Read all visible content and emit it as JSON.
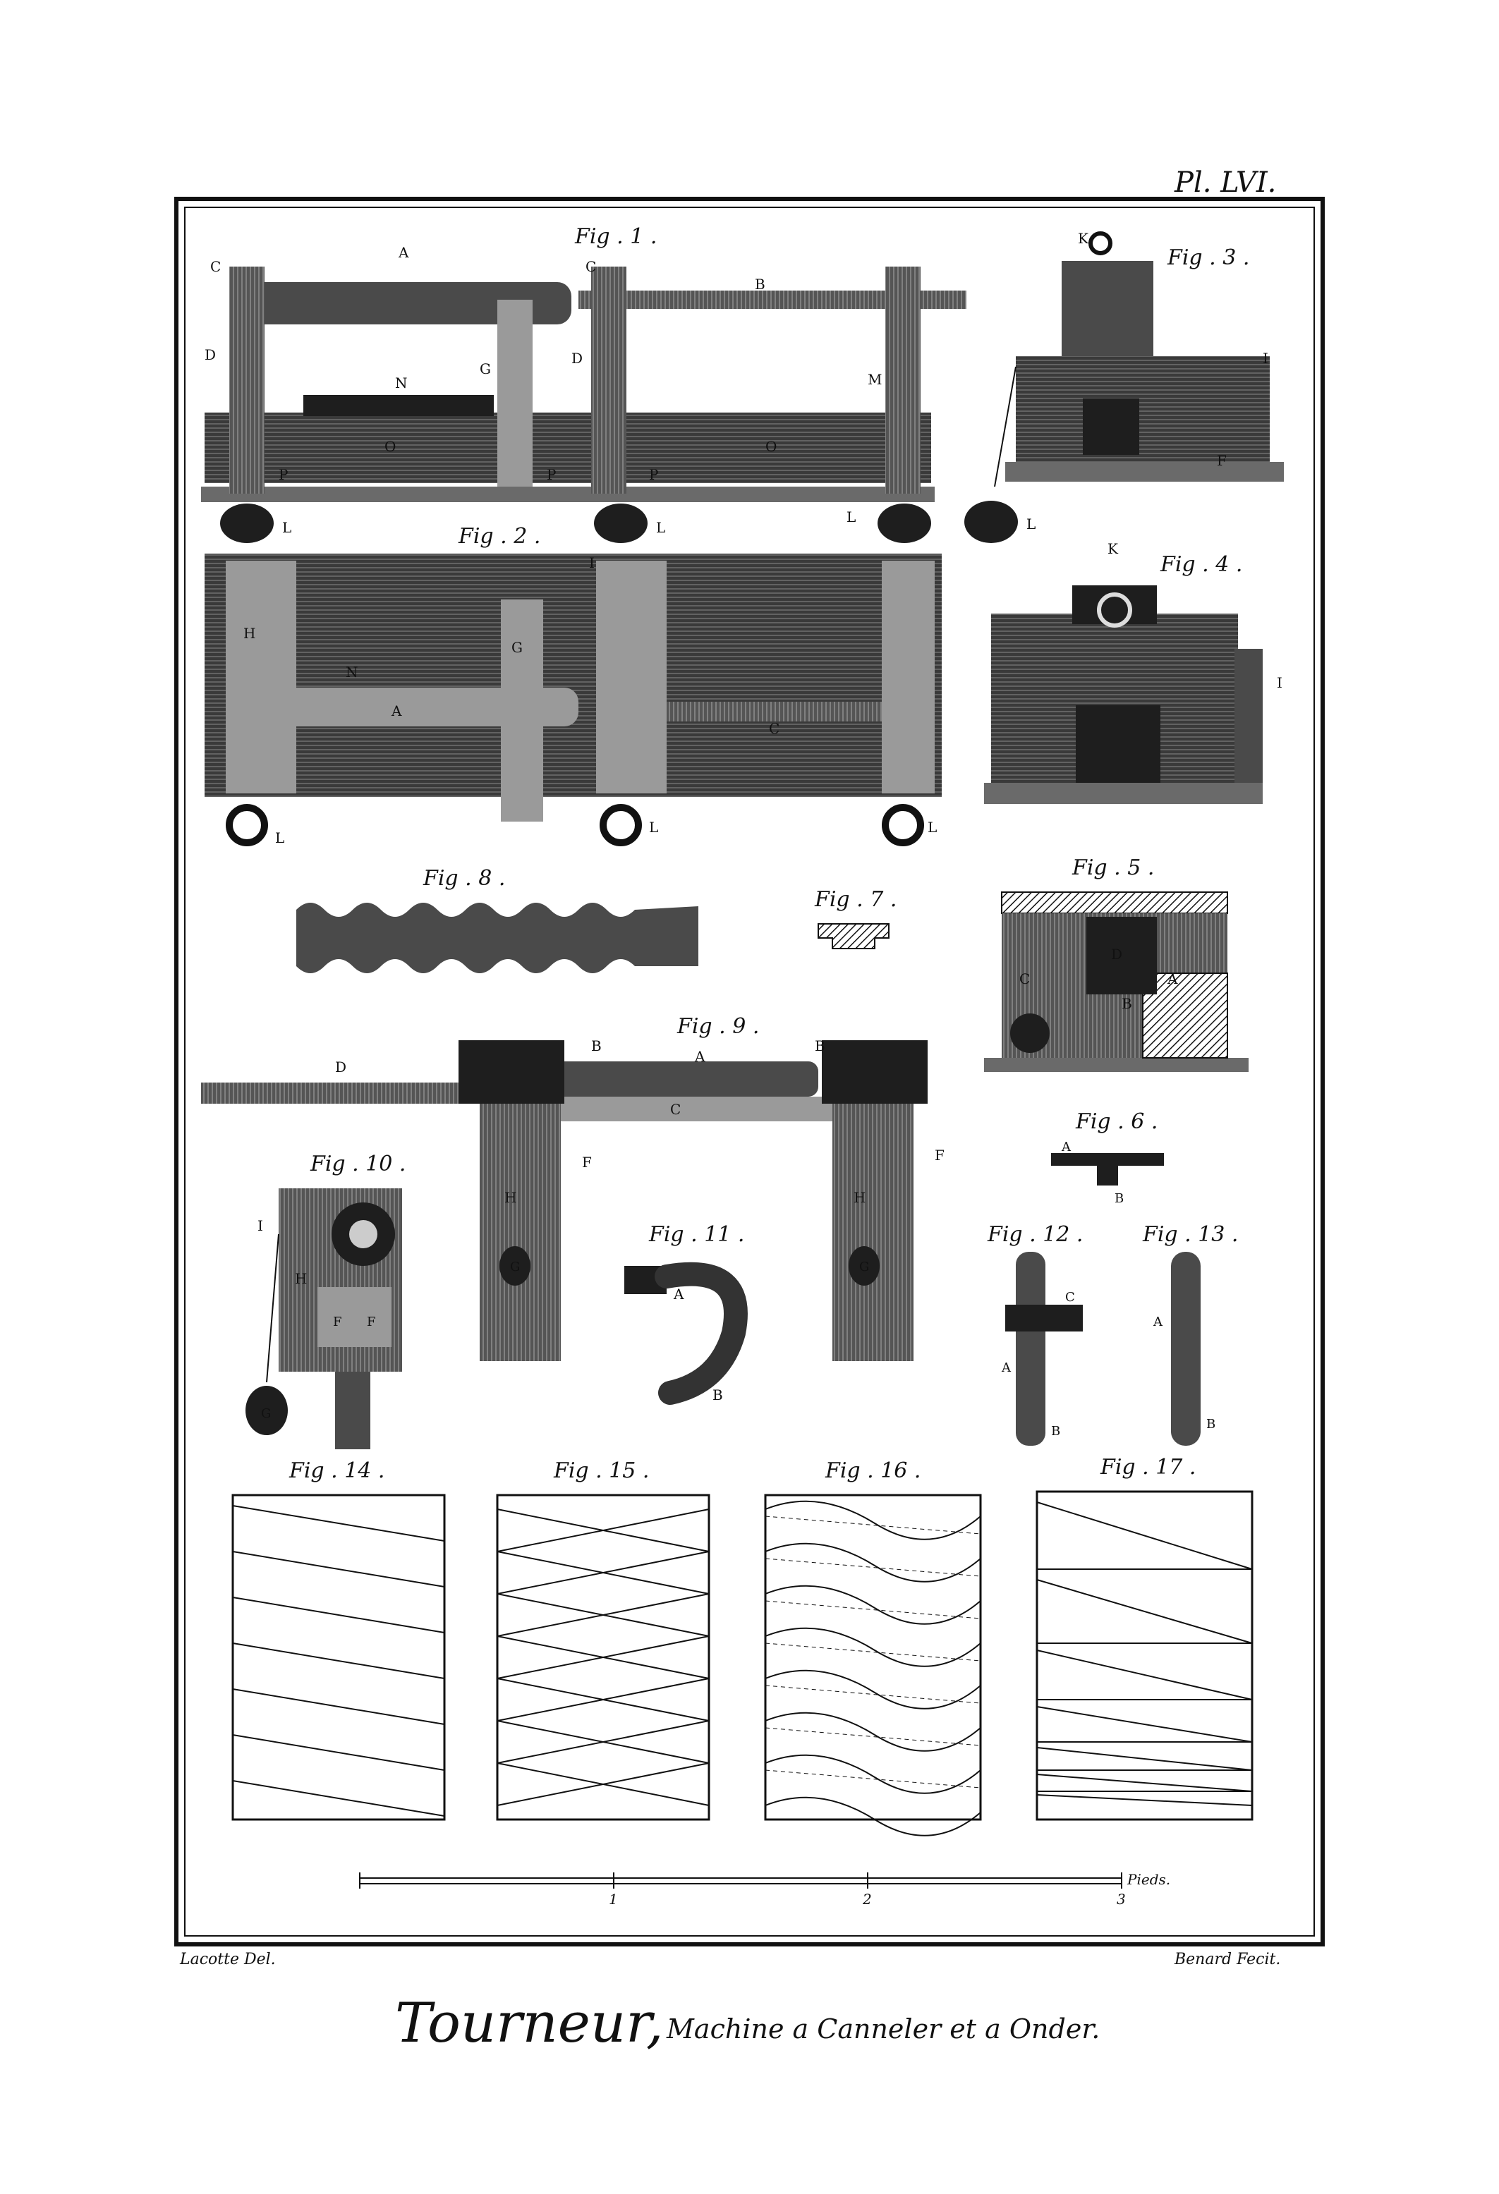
{
  "plate": {
    "number": "Pl. LVI.",
    "title": "Tourneur,",
    "subtitle": "Machine a Canneler et a Onder.",
    "credit_left": "Lacotte Del.",
    "credit_right": "Benard Fecit."
  },
  "figures": {
    "fig1": "Fig . 1 .",
    "fig2": "Fig . 2 .",
    "fig3": "Fig . 3 .",
    "fig4": "Fig . 4 .",
    "fig5": "Fig . 5 .",
    "fig6": "Fig . 6 .",
    "fig7": "Fig . 7 .",
    "fig8": "Fig . 8 .",
    "fig9": "Fig . 9 .",
    "fig10": "Fig . 10 .",
    "fig11": "Fig . 11 .",
    "fig12": "Fig . 12 .",
    "fig13": "Fig . 13 .",
    "fig14": "Fig . 14 .",
    "fig15": "Fig . 15 .",
    "fig16": "Fig . 16 .",
    "fig17": "Fig . 17 ."
  },
  "letters": {
    "A": "A",
    "B": "B",
    "C": "C",
    "D": "D",
    "E": "E",
    "F": "F",
    "G": "G",
    "H": "H",
    "I": "I",
    "K": "K",
    "L": "L",
    "M": "M",
    "N": "N",
    "O": "O",
    "P": "P"
  },
  "scale": {
    "unit": "Pieds.",
    "ticks": [
      "1",
      "2",
      "3"
    ]
  }
}
